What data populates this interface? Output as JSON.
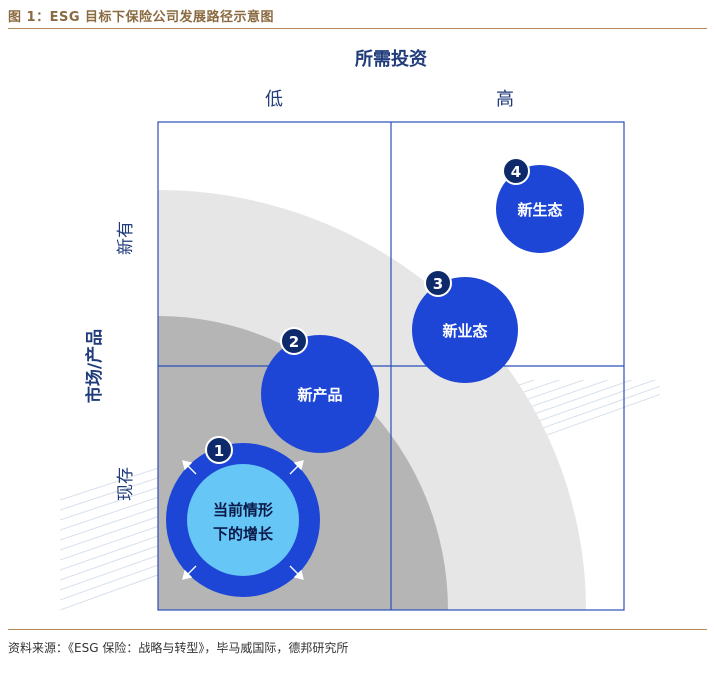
{
  "title": "图 1：ESG 目标下保险公司发展路径示意图",
  "source": "资料来源：《ESG 保险：战略与转型》，毕马威国际，德邦研究所",
  "x_axis": {
    "label": "所需投资",
    "low": "低",
    "high": "高"
  },
  "y_axis": {
    "label": "市场/产品",
    "new": "新有",
    "existing": "现存"
  },
  "stages": [
    {
      "num": "1",
      "line1": "当前情形",
      "line2": "下的增长"
    },
    {
      "num": "2",
      "label": "新产品"
    },
    {
      "num": "3",
      "label": "新业态"
    },
    {
      "num": "4",
      "label": "新生态"
    }
  ],
  "colors": {
    "accent": "#1e46d6",
    "light_blue": "#66c6f5",
    "axis_text": "#1f3b7a",
    "grid": "#2a4fb8",
    "arc_light": "#e6e6e6",
    "arc_dark": "#b5b5b5",
    "rule": "#b58a5a"
  }
}
